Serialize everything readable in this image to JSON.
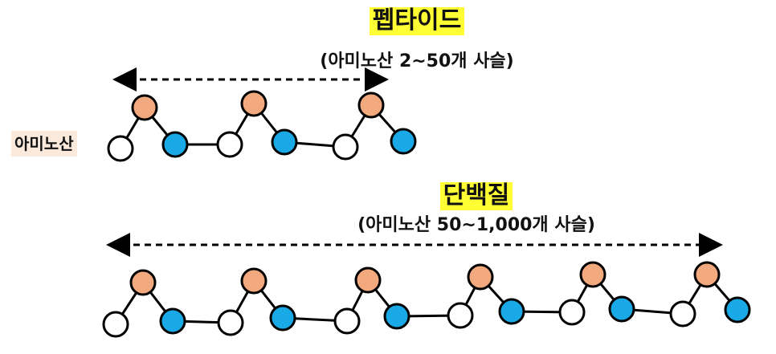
{
  "peptide": {
    "title": "펩타이드",
    "subtitle": "(아미노산 2~50개 사슬)",
    "chain": [
      "white",
      "orange",
      "blue",
      "white",
      "orange",
      "blue",
      "white",
      "orange",
      "blue"
    ]
  },
  "protein": {
    "title": "단백질",
    "subtitle": "(아미노산 50~1,000개 사슬)",
    "chain": [
      "white",
      "orange",
      "blue",
      "white",
      "orange",
      "blue",
      "white",
      "orange",
      "blue",
      "white",
      "orange",
      "blue",
      "white",
      "orange",
      "blue",
      "white",
      "orange",
      "blue"
    ]
  },
  "amino_acid_label": "아미노산",
  "colors": {
    "highlight": "#ffff33",
    "label_bg": "#fbe9dc",
    "orange": "#f2a97e",
    "blue": "#19a9e6",
    "white": "#ffffff",
    "stroke": "#000000"
  }
}
